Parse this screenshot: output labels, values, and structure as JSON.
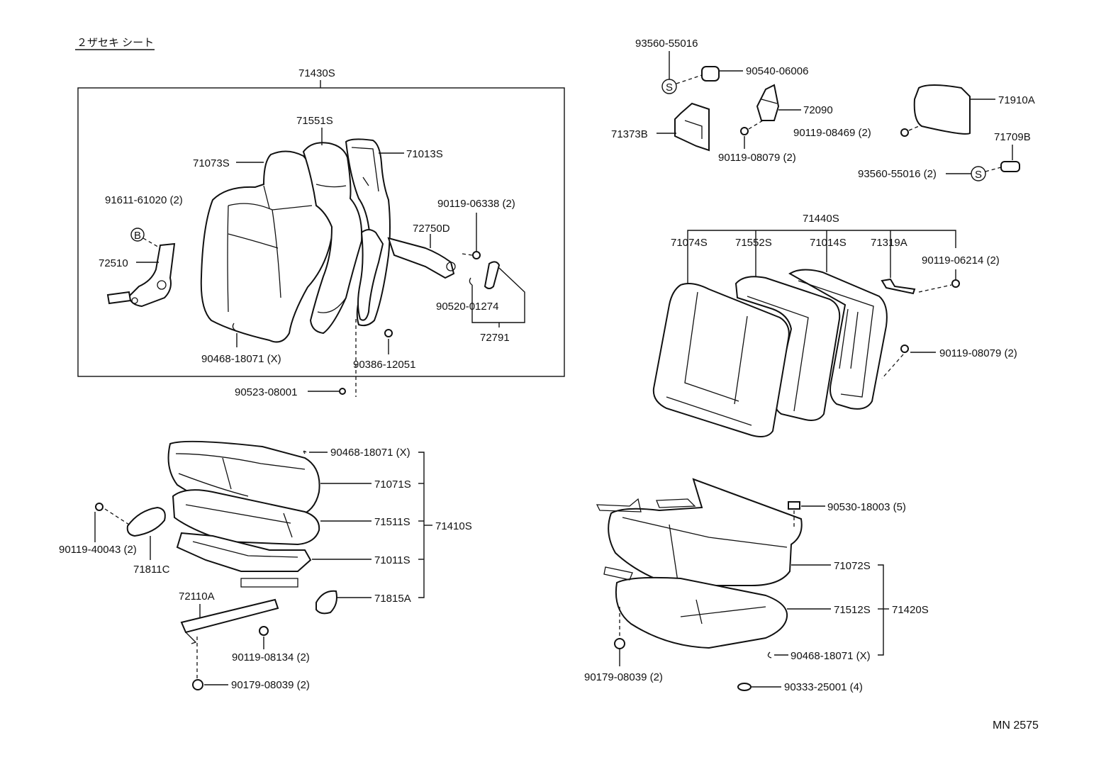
{
  "title": "２ザセキ シート",
  "footer_code": "MN 2575",
  "symbols": {
    "s": "S",
    "b": "B"
  },
  "parts": {
    "p71430S": "71430S",
    "p71551S": "71551S",
    "p71073S": "71073S",
    "p71013S": "71013S",
    "p91611": "91611-61020 (2)",
    "p72510": "72510",
    "p90119_06338": "90119-06338 (2)",
    "p72750D": "72750D",
    "p90520": "90520-01274",
    "p72791": "72791",
    "p90468_a": "90468-18071 (X)",
    "p90386": "90386-12051",
    "p90523": "90523-08001",
    "p93560_a": "93560-55016",
    "p90540": "90540-06006",
    "p72090": "72090",
    "p71373B": "71373B",
    "p90119_08079_a": "90119-08079 (2)",
    "p71910A": "71910A",
    "p90119_08469": "90119-08469 (2)",
    "p71709B": "71709B",
    "p93560_b": "93560-55016 (2)",
    "p71440S": "71440S",
    "p71074S": "71074S",
    "p71552S": "71552S",
    "p71014S": "71014S",
    "p71319A": "71319A",
    "p90119_06214": "90119-06214 (2)",
    "p90119_08079_b": "90119-08079 (2)",
    "p90468_b": "90468-18071 (X)",
    "p71071S": "71071S",
    "p71511S": "71511S",
    "p71410S": "71410S",
    "p71011S": "71011S",
    "p71815A": "71815A",
    "p90119_40043": "90119-40043 (2)",
    "p71811C": "71811C",
    "p72110A": "72110A",
    "p90119_08134": "90119-08134 (2)",
    "p90179_a": "90179-08039 (2)",
    "p90530": "90530-18003 (5)",
    "p71072S": "71072S",
    "p71512S": "71512S",
    "p71420S": "71420S",
    "p90179_b": "90179-08039 (2)",
    "p90468_c": "90468-18071 (X)",
    "p90333": "90333-25001 (4)"
  }
}
